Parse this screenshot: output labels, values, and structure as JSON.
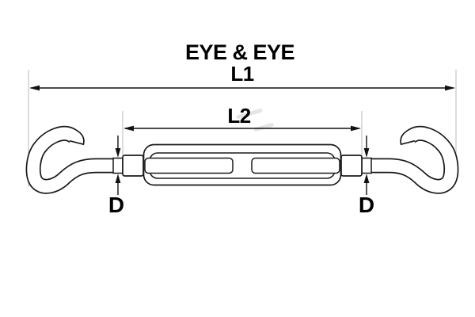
{
  "title": "EYE & EYE",
  "dimensions": {
    "l1": "L1",
    "l2": "L2",
    "d_left": "D",
    "d_right": "D"
  },
  "colors": {
    "line": "#1a1a1a",
    "dimension": "#111111",
    "extension": "#b9b9b9",
    "text": "#000000",
    "background": "#ffffff",
    "watermark": "#d0d0d0"
  }
}
